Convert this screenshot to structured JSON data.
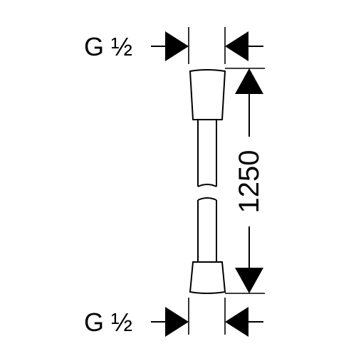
{
  "labels": {
    "top_thread": "G ½",
    "bottom_thread": "G ½",
    "length": "1250"
  },
  "colors": {
    "line": "#000000",
    "background": "#ffffff"
  }
}
